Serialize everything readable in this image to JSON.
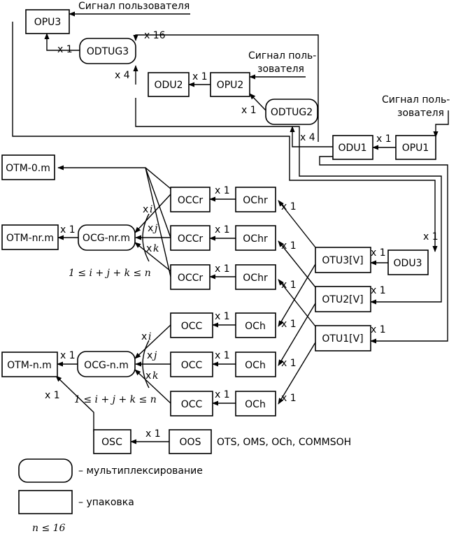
{
  "blocks": {
    "opu3": "OPU3",
    "odtug3": "ODTUG3",
    "odu2": "ODU2",
    "opu2": "OPU2",
    "odtug2": "ODTUG2",
    "odu1": "ODU1",
    "opu1": "OPU1",
    "otm0": "OTM-0.m",
    "otm_nr": "OTM-nr.m",
    "ocg_nr": "OCG-nr.m",
    "occr1": "OCCr",
    "occr2": "OCCr",
    "occr3": "OCCr",
    "ochr1": "OChr",
    "ochr2": "OChr",
    "ochr3": "OChr",
    "otu3": "OTU3[V]",
    "otu2": "OTU2[V]",
    "otu1": "OTU1[V]",
    "odu3": "ODU3",
    "occ1": "OCC",
    "occ2": "OCC",
    "occ3": "OCC",
    "och1": "OCh",
    "och2": "OCh",
    "och3": "OCh",
    "otm_n": "OTM-n.m",
    "ocg_n": "OCG-n.m",
    "osc": "OSC",
    "oos": "OOS"
  },
  "signals": {
    "top": "Сигнал пользователя",
    "mid_1": "Сигнал поль-",
    "mid_2": "зователя",
    "right_1": "Сигнал поль-",
    "right_2": "зователя"
  },
  "multiplicities": {
    "x1": "x 1",
    "x4": "x 4",
    "x16": "x 16",
    "xi": "x",
    "xj": "x",
    "xk": "x",
    "i": "i",
    "j": "j",
    "k": "k"
  },
  "constraints": {
    "nr": "1 ≤ i + j + k ≤ n",
    "n": "1 ≤ i + j + k ≤ n"
  },
  "oos_note": "OTS, OMS, OCh, COMMSOH",
  "legend": {
    "multiplexing": "– мультиплексирование",
    "packing": "– упаковка",
    "n_limit": "n ≤ 16"
  }
}
